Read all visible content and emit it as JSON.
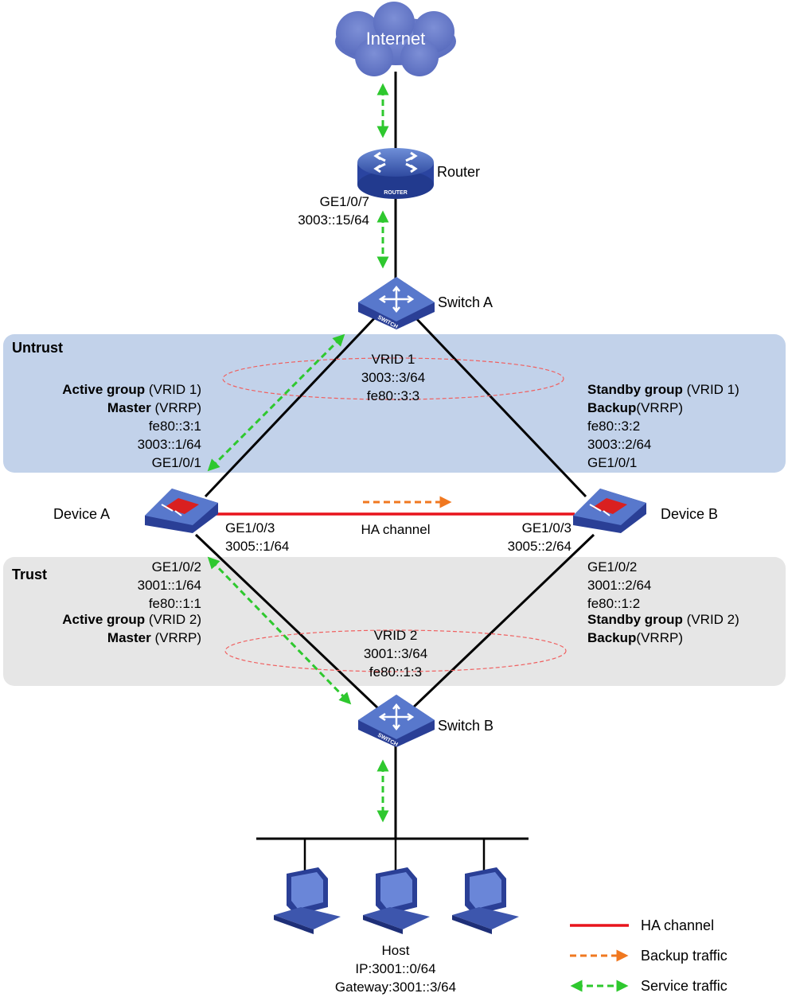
{
  "zones": {
    "untrust": "Untrust",
    "trust": "Trust"
  },
  "internet": {
    "label": "Internet"
  },
  "router": {
    "name": "Router",
    "badge": "ROUTER",
    "interface": "GE1/0/7",
    "ip": "3003::15/64"
  },
  "switch_a": {
    "name": "Switch A",
    "badge": "SWITCH"
  },
  "switch_b": {
    "name": "Switch B",
    "badge": "SWITCH"
  },
  "vrid1": {
    "title": "VRID 1",
    "ip": "3003::3/64",
    "ll": "fe80::3:3"
  },
  "vrid2": {
    "title": "VRID 2",
    "ip": "3001::3/64",
    "ll": "fe80::1:3"
  },
  "device_a": {
    "name": "Device A",
    "untrust": {
      "group_bold": "Active group",
      "group_rest": " (VRID 1)",
      "role_bold": "Master",
      "role_rest": " (VRRP)",
      "ll": "fe80::3:1",
      "ip": "3003::1/64",
      "iface": "GE1/0/1"
    },
    "ha": {
      "iface": "GE1/0/3",
      "ip": "3005::1/64"
    },
    "trust": {
      "iface": "GE1/0/2",
      "ip": "3001::1/64",
      "ll": "fe80::1:1",
      "group_bold": "Active group",
      "group_rest": " (VRID 2)",
      "role_bold": "Master",
      "role_rest": " (VRRP)"
    }
  },
  "device_b": {
    "name": "Device B",
    "untrust": {
      "group_bold": "Standby group",
      "group_rest": " (VRID 1)",
      "role_bold": "Backup",
      "role_rest": "(VRRP)",
      "ll": "fe80::3:2",
      "ip": "3003::2/64",
      "iface": "GE1/0/1"
    },
    "ha": {
      "iface": "GE1/0/3",
      "ip": "3005::2/64"
    },
    "trust": {
      "iface": "GE1/0/2",
      "ip": "3001::2/64",
      "ll": "fe80::1:2",
      "group_bold": "Standby group",
      "group_rest": " (VRID 2)",
      "role_bold": "Backup",
      "role_rest": "(VRRP)"
    }
  },
  "ha_channel_label": "HA channel",
  "host": {
    "name": "Host",
    "ip": "IP:3001::0/64",
    "gateway": "Gateway:3001::3/64"
  },
  "legend": {
    "ha": "HA channel",
    "backup": "Backup traffic",
    "service": "Service traffic"
  },
  "colors": {
    "ha_channel": "#e8141c",
    "backup_traffic": "#f07820",
    "service_traffic": "#2ec82e",
    "vrrp_ellipse": "#f06060",
    "untrust_zone": "#c2d2ea",
    "trust_zone": "#e6e6e6",
    "device_blue": "#4a62b8"
  }
}
